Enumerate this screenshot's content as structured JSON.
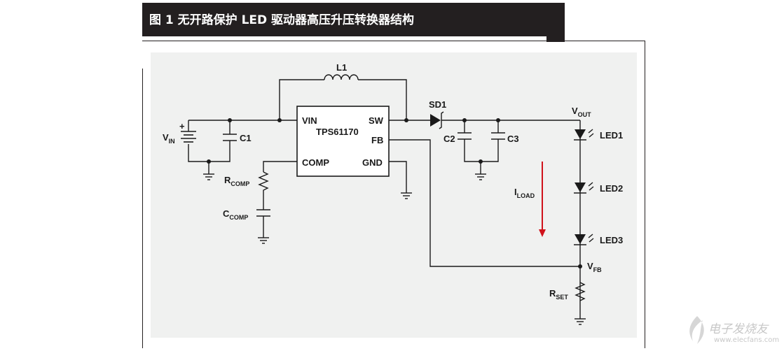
{
  "header": {
    "title": "图 1 无开路保护 LED 驱动器高压升压转换器结构"
  },
  "circuit": {
    "ic": {
      "name": "TPS61170",
      "pins": {
        "vin": "VIN",
        "sw": "SW",
        "fb": "FB",
        "comp": "COMP",
        "gnd": "GND"
      }
    },
    "inductor": "L1",
    "diode": "SD1",
    "capacitors": [
      "C1",
      "C2",
      "C3"
    ],
    "leds": [
      "LED1",
      "LED2",
      "LED3"
    ],
    "vin": {
      "main": "V",
      "sub": "IN",
      "polarity": "+"
    },
    "vout": {
      "main": "V",
      "sub": "OUT"
    },
    "vfb": {
      "main": "V",
      "sub": "FB"
    },
    "rcomp": {
      "main": "R",
      "sub": "COMP"
    },
    "ccomp": {
      "main": "C",
      "sub": "COMP"
    },
    "rset": {
      "main": "R",
      "sub": "SET"
    },
    "iload": {
      "main": "I",
      "sub": "LOAD"
    },
    "colors": {
      "wire": "#1a1a1a",
      "current_arrow": "#d0121b",
      "panel": "#f0f1f0"
    }
  },
  "watermark": {
    "name": "电子发烧友",
    "url": "www.elecfans.com"
  }
}
